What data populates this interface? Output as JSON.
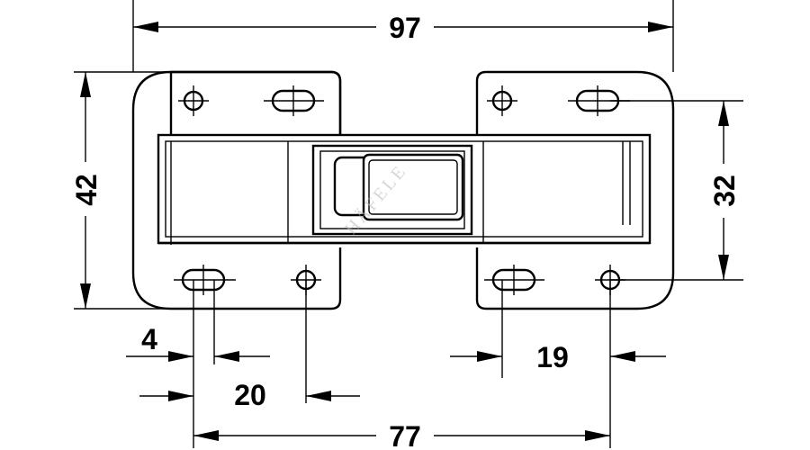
{
  "drawing": {
    "dimensions": {
      "overall_width": "97",
      "plate_height": "42",
      "hole_spacing_vertical": "32",
      "slot_offset": "4",
      "hole_spacing_left": "20",
      "hole_spacing_right": "19",
      "hole_spacing_overall": "77"
    },
    "watermark": "HÄFELE"
  },
  "colors": {
    "line": "#000000",
    "background": "#ffffff"
  }
}
